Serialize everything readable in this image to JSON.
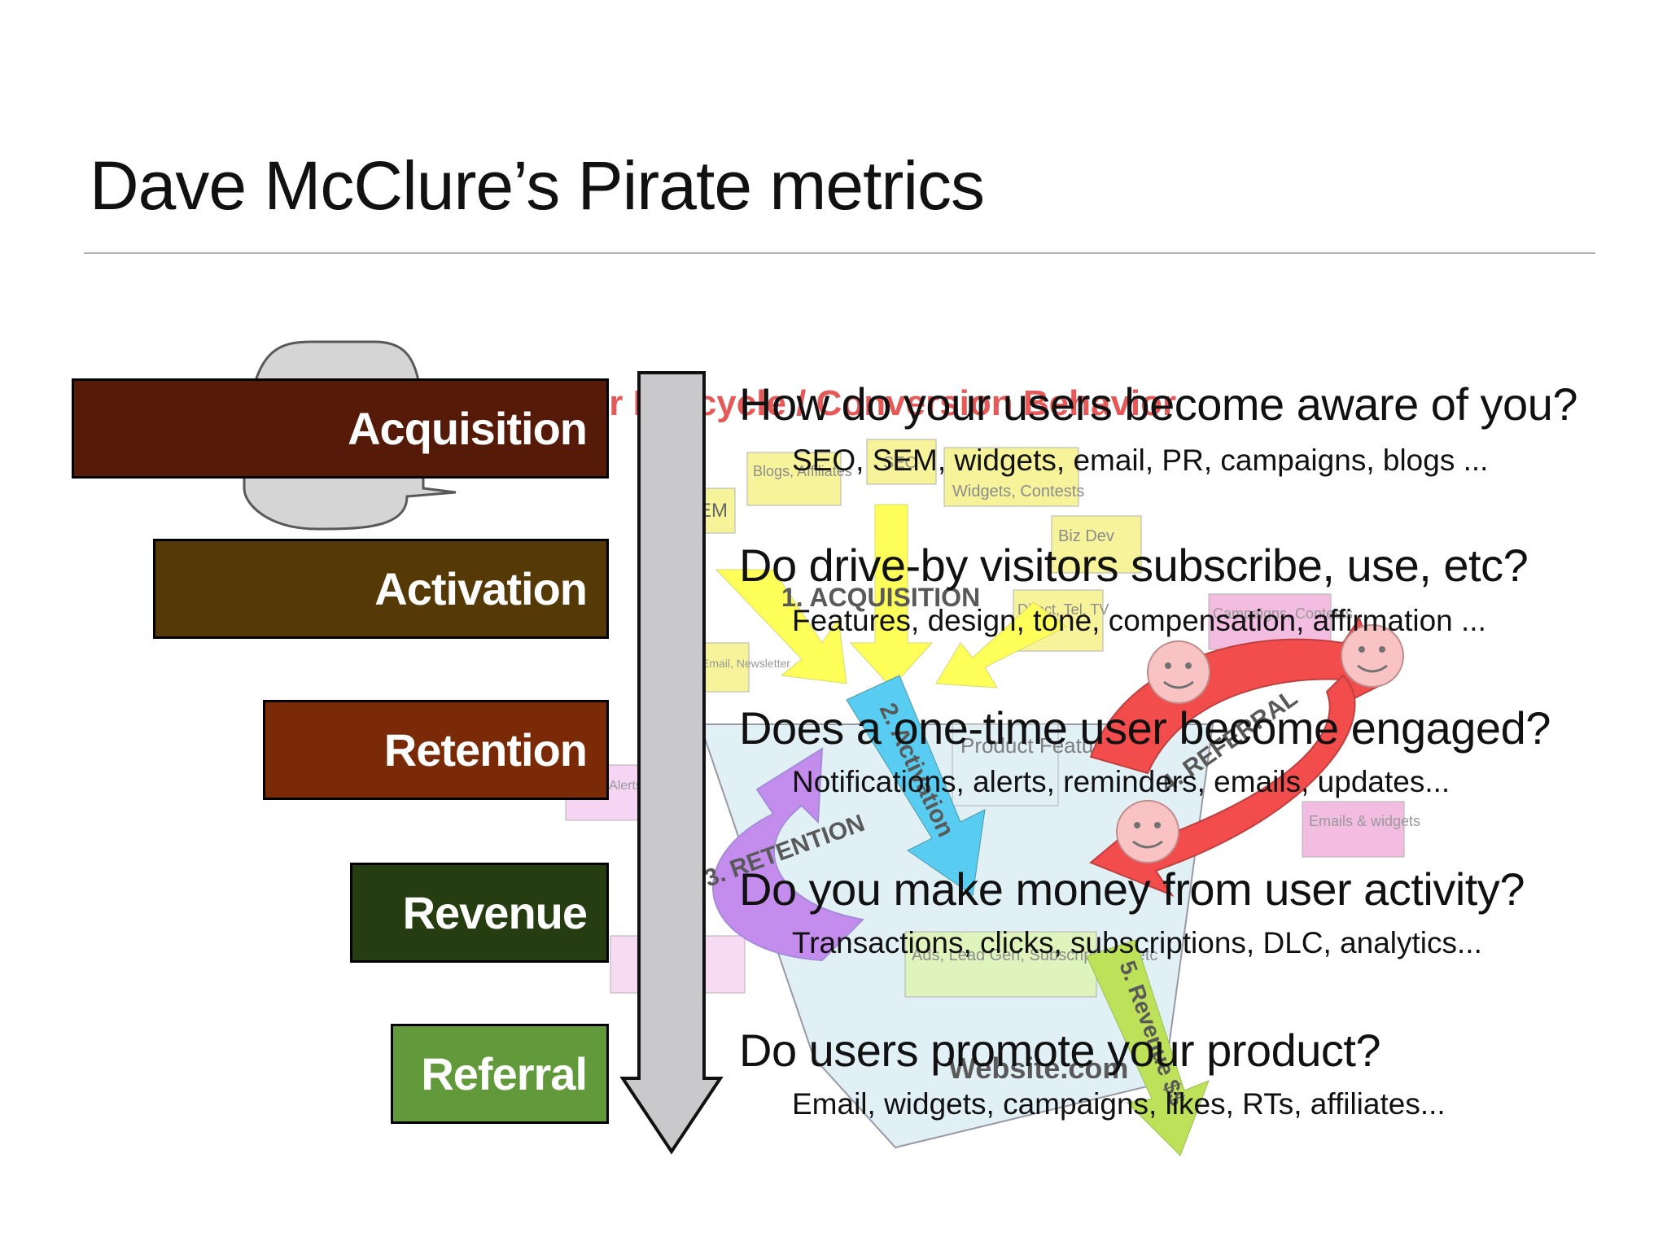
{
  "slide": {
    "title": "Dave McClure’s Pirate metrics"
  },
  "background_diagram": {
    "heading": "Customer Lifecycle / Conversion Behavior",
    "labels": {
      "blogs_affiliates": "Blogs, Affiliates",
      "seo": "SEO",
      "widgets_contests": "Widgets, Contests",
      "biz_dev": "Biz Dev",
      "sem": "SEM",
      "acquisition": "1. ACQUISITION",
      "direct_tel_tv": "Direct, Tel, TV",
      "campaigns_contests": "Campaigns, Contests",
      "email_newsletter": "Email, Newsletter",
      "activation": "2. Activation",
      "product_features": "Product Features",
      "referral": "4. REFERRAL",
      "email_alerts": "Email, Alerts",
      "emails_widgets": "Emails & widgets",
      "retention": "3. RETENTION",
      "ads_subscriptions": "Ads, Lead Gen, Subscriptions, etc",
      "website": "Website.com",
      "revenue": "5. Revenue $$"
    }
  },
  "stages": [
    {
      "label": "Acquisition",
      "color": "#551a08"
    },
    {
      "label": "Activation",
      "color": "#553a08"
    },
    {
      "label": "Retention",
      "color": "#7a2a06"
    },
    {
      "label": "Revenue",
      "color": "#263d12"
    },
    {
      "label": "Referral",
      "color": "#62993a"
    }
  ],
  "questions": [
    {
      "question": "How do your users become aware of you?",
      "detail": "SEO, SEM, widgets, email, PR, campaigns, blogs ..."
    },
    {
      "question": "Do drive-by visitors subscribe, use, etc?",
      "detail": "Features, design, tone, compensation, affirmation ..."
    },
    {
      "question": "Does a one-time user become engaged?",
      "detail": "Notifications, alerts, reminders, emails, updates..."
    },
    {
      "question": "Do you make money from user activity?",
      "detail": "Transactions, clicks, subscriptions, DLC, analytics..."
    },
    {
      "question": "Do users promote your product?",
      "detail": "Email, widgets, campaigns, likes, RTs, affiliates..."
    }
  ],
  "colors": {
    "arrow_fill": "#c9c9cc",
    "rule": "#b3b3b3"
  }
}
